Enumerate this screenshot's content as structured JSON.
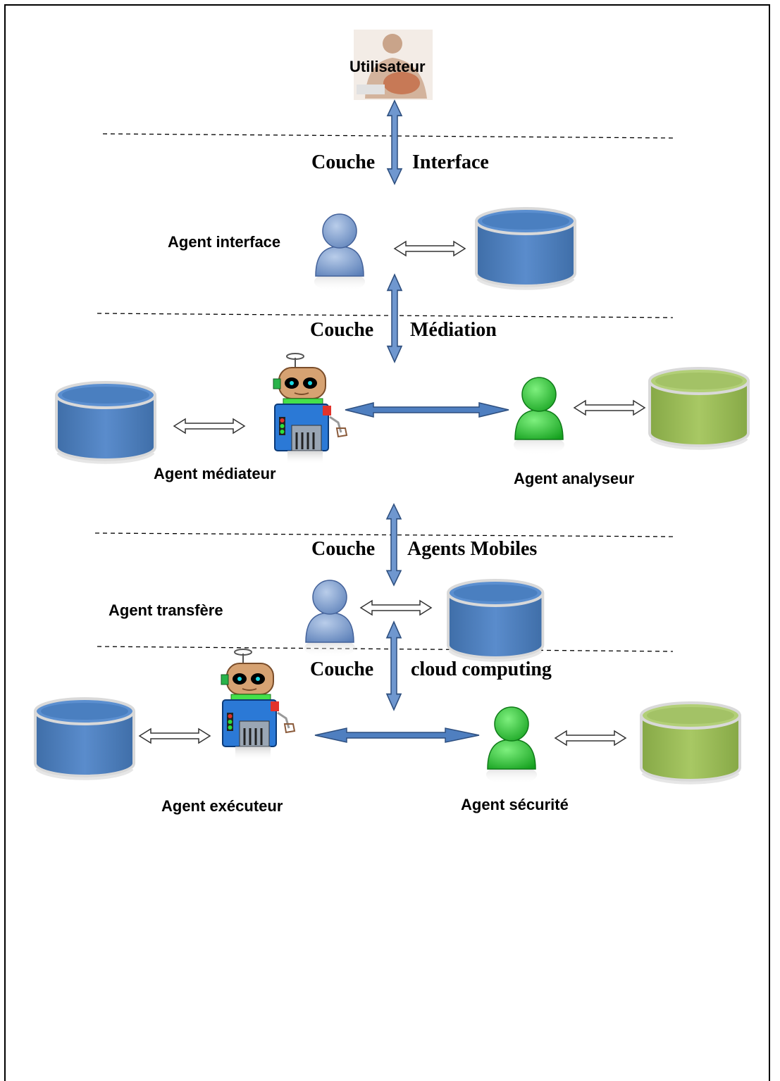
{
  "user": {
    "label": "Utilisateur",
    "icon": "user-photo-icon"
  },
  "layers": {
    "interface": {
      "couche": "Couche",
      "name": "Interface"
    },
    "mediation": {
      "couche": "Couche",
      "name": "Médiation"
    },
    "mobile": {
      "couche": "Couche",
      "name": "Agents Mobiles"
    },
    "cloud": {
      "couche": "Couche",
      "name": "cloud computing"
    }
  },
  "agents": {
    "interface": {
      "label": "Agent interface",
      "icon": "person-icon"
    },
    "mediateur": {
      "label": "Agent médiateur",
      "icon": "robot-icon"
    },
    "analyseur": {
      "label": "Agent analyseur",
      "icon": "person-icon"
    },
    "transfere": {
      "label": "Agent transfère",
      "icon": "person-icon"
    },
    "executeur": {
      "label": "Agent exécuteur",
      "icon": "robot-icon"
    },
    "securite": {
      "label": "Agent sécurité",
      "icon": "person-icon"
    }
  },
  "colors": {
    "db_blue": "#4f81bd",
    "db_green": "#9bbb59",
    "person_blue": "#6b8fc7",
    "person_green": "#22c032",
    "arrow_fill": "#4f81bd",
    "robot_body": "#2b79d6"
  }
}
